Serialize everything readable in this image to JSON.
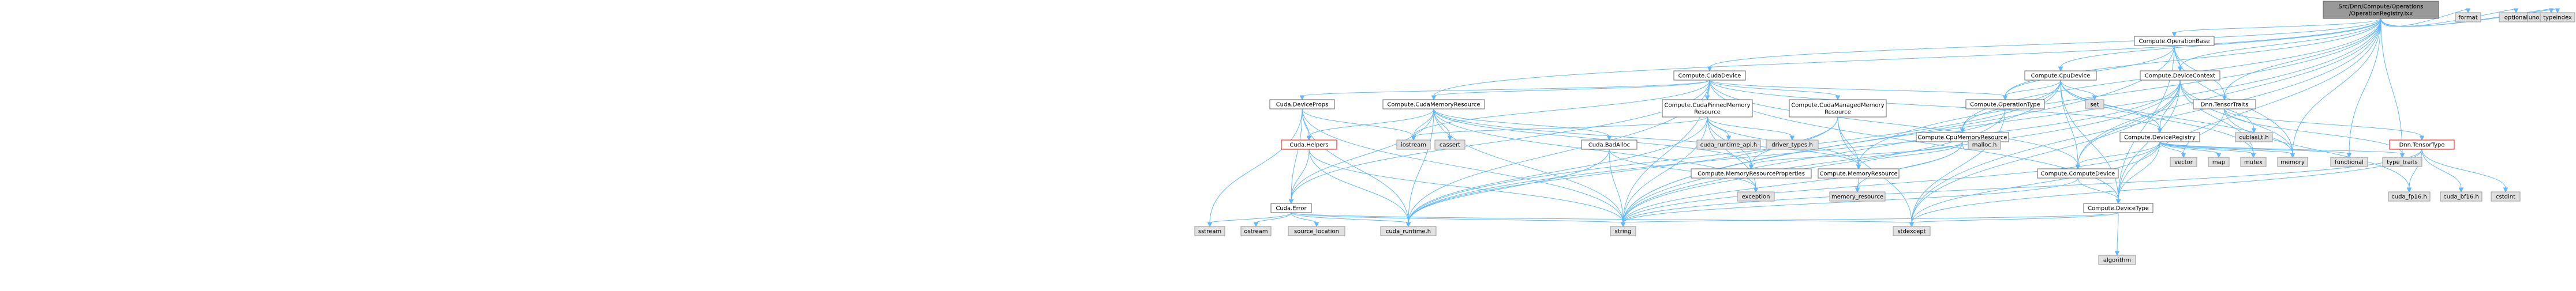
{
  "graph": {
    "colors": {
      "root_fill": "#999999",
      "root_stroke": "#666666",
      "module_fill": "#ffffff",
      "module_stroke": "#666666",
      "header_fill": "#e0e0e0",
      "header_stroke": "#999999",
      "broken_fill": "#ffffff",
      "broken_stroke": "#ff0000",
      "edge": "#63b8ff"
    },
    "nodes": [
      {
        "id": "root",
        "kind": "root",
        "lines": [
          "Src/Dnn/Compute/Operations",
          "/OperationRegistry.ixx"
        ]
      },
      {
        "id": "cuda_device",
        "kind": "module",
        "lines": [
          "Compute.CudaDevice"
        ]
      },
      {
        "id": "cpu_device",
        "kind": "module",
        "lines": [
          "Compute.CpuDevice"
        ]
      },
      {
        "id": "operation_base",
        "kind": "module",
        "lines": [
          "Compute.OperationBase"
        ]
      },
      {
        "id": "device_context",
        "kind": "module",
        "lines": [
          "Compute.DeviceContext"
        ]
      },
      {
        "id": "tensor_traits",
        "kind": "module",
        "lines": [
          "Dnn.TensorTraits"
        ]
      },
      {
        "id": "cuda_device_props",
        "kind": "module",
        "lines": [
          "Cuda.DeviceProps"
        ]
      },
      {
        "id": "cuda_memory_resource",
        "kind": "module",
        "lines": [
          "Compute.CudaMemoryResource"
        ]
      },
      {
        "id": "cuda_pinned_memory",
        "kind": "module",
        "lines": [
          "Compute.CudaPinnedMemory",
          "Resource"
        ]
      },
      {
        "id": "cuda_managed_memory",
        "kind": "module",
        "lines": [
          "Compute.CudaManagedMemory",
          "Resource"
        ]
      },
      {
        "id": "operation_type",
        "kind": "module",
        "lines": [
          "Compute.OperationType"
        ]
      },
      {
        "id": "cpu_memory_resource",
        "kind": "module",
        "lines": [
          "Compute.CpuMemoryResource"
        ]
      },
      {
        "id": "device_registry",
        "kind": "module",
        "lines": [
          "Compute.DeviceRegistry"
        ]
      },
      {
        "id": "cuda_helpers",
        "kind": "broken",
        "lines": [
          "Cuda.Helpers"
        ]
      },
      {
        "id": "cuda_bad_alloc",
        "kind": "module",
        "lines": [
          "Cuda.BadAlloc"
        ]
      },
      {
        "id": "memory_resource_properties",
        "kind": "module",
        "lines": [
          "Compute.MemoryResourceProperties"
        ]
      },
      {
        "id": "memory_resource_mod",
        "kind": "module",
        "lines": [
          "Compute.MemoryResource"
        ]
      },
      {
        "id": "compute_device",
        "kind": "module",
        "lines": [
          "Compute.ComputeDevice"
        ]
      },
      {
        "id": "dnn_tensor_type",
        "kind": "broken",
        "lines": [
          "Dnn.TensorType"
        ]
      },
      {
        "id": "cuda_error",
        "kind": "module",
        "lines": [
          "Cuda.Error"
        ]
      },
      {
        "id": "device_type",
        "kind": "module",
        "lines": [
          "Compute.DeviceType"
        ]
      },
      {
        "id": "format",
        "kind": "header",
        "lines": [
          "format"
        ]
      },
      {
        "id": "optional",
        "kind": "header",
        "lines": [
          "optional"
        ]
      },
      {
        "id": "unordered_map",
        "kind": "header",
        "lines": [
          "unordered_map"
        ]
      },
      {
        "id": "typeindex",
        "kind": "header",
        "lines": [
          "typeindex"
        ]
      },
      {
        "id": "set",
        "kind": "header",
        "lines": [
          "set"
        ]
      },
      {
        "id": "cublaslt_h",
        "kind": "header",
        "lines": [
          "cublasLt.h"
        ]
      },
      {
        "id": "iostream",
        "kind": "header",
        "lines": [
          "iostream"
        ]
      },
      {
        "id": "cassert",
        "kind": "header",
        "lines": [
          "cassert"
        ]
      },
      {
        "id": "cuda_runtime_api_h",
        "kind": "header",
        "lines": [
          "cuda_runtime_api.h"
        ]
      },
      {
        "id": "driver_types_h",
        "kind": "header",
        "lines": [
          "driver_types.h"
        ]
      },
      {
        "id": "malloc_h",
        "kind": "header",
        "lines": [
          "malloc.h"
        ]
      },
      {
        "id": "vector",
        "kind": "header",
        "lines": [
          "vector"
        ]
      },
      {
        "id": "map",
        "kind": "header",
        "lines": [
          "map"
        ]
      },
      {
        "id": "mutex",
        "kind": "header",
        "lines": [
          "mutex"
        ]
      },
      {
        "id": "memory",
        "kind": "header",
        "lines": [
          "memory"
        ]
      },
      {
        "id": "functional",
        "kind": "header",
        "lines": [
          "functional"
        ]
      },
      {
        "id": "type_traits",
        "kind": "header",
        "lines": [
          "type_traits"
        ]
      },
      {
        "id": "exception",
        "kind": "header",
        "lines": [
          "exception"
        ]
      },
      {
        "id": "memory_resource",
        "kind": "header",
        "lines": [
          "memory_resource"
        ]
      },
      {
        "id": "cuda_fp16_h",
        "kind": "header",
        "lines": [
          "cuda_fp16.h"
        ]
      },
      {
        "id": "cuda_bf16_h",
        "kind": "header",
        "lines": [
          "cuda_bf16.h"
        ]
      },
      {
        "id": "cstdint",
        "kind": "header",
        "lines": [
          "cstdint"
        ]
      },
      {
        "id": "sstream",
        "kind": "header",
        "lines": [
          "sstream"
        ]
      },
      {
        "id": "ostream",
        "kind": "header",
        "lines": [
          "ostream"
        ]
      },
      {
        "id": "source_location",
        "kind": "header",
        "lines": [
          "source_location"
        ]
      },
      {
        "id": "cuda_runtime_h",
        "kind": "header",
        "lines": [
          "cuda_runtime.h"
        ]
      },
      {
        "id": "string",
        "kind": "header",
        "lines": [
          "string"
        ]
      },
      {
        "id": "stdexcept",
        "kind": "header",
        "lines": [
          "stdexcept"
        ]
      },
      {
        "id": "algorithm",
        "kind": "header",
        "lines": [
          "algorithm"
        ]
      }
    ],
    "edges": [
      [
        "root",
        "format"
      ],
      [
        "root",
        "optional"
      ],
      [
        "root",
        "unordered_map"
      ],
      [
        "root",
        "typeindex"
      ],
      [
        "root",
        "cuda_device"
      ],
      [
        "root",
        "cpu_device"
      ],
      [
        "root",
        "operation_base"
      ],
      [
        "root",
        "device_context"
      ],
      [
        "root",
        "tensor_traits"
      ],
      [
        "root",
        "memory"
      ],
      [
        "root",
        "functional"
      ],
      [
        "root",
        "type_traits"
      ],
      [
        "root",
        "string"
      ],
      [
        "root",
        "stdexcept"
      ],
      [
        "root",
        "operation_type"
      ],
      [
        "root",
        "device_type"
      ],
      [
        "root",
        "compute_device"
      ],
      [
        "root",
        "cuda_memory_resource"
      ],
      [
        "root",
        "cpu_memory_resource"
      ],
      [
        "root",
        "memory_resource_mod"
      ],
      [
        "operation_base",
        "device_context"
      ],
      [
        "operation_base",
        "operation_type"
      ],
      [
        "operation_base",
        "tensor_traits"
      ],
      [
        "operation_base",
        "device_type"
      ],
      [
        "operation_base",
        "memory"
      ],
      [
        "operation_base",
        "string"
      ],
      [
        "device_context",
        "device_registry"
      ],
      [
        "device_context",
        "compute_device"
      ],
      [
        "device_context",
        "device_type"
      ],
      [
        "device_context",
        "cublaslt_h"
      ],
      [
        "device_context",
        "memory"
      ],
      [
        "device_context",
        "mutex"
      ],
      [
        "device_context",
        "string"
      ],
      [
        "device_context",
        "stdexcept"
      ],
      [
        "device_context",
        "cuda_runtime_h"
      ],
      [
        "tensor_traits",
        "dnn_tensor_type"
      ],
      [
        "tensor_traits",
        "type_traits"
      ],
      [
        "tensor_traits",
        "cuda_fp16_h"
      ],
      [
        "tensor_traits",
        "vector"
      ],
      [
        "dnn_tensor_type",
        "cuda_fp16_h"
      ],
      [
        "dnn_tensor_type",
        "cuda_bf16_h"
      ],
      [
        "dnn_tensor_type",
        "cstdint"
      ],
      [
        "dnn_tensor_type",
        "string"
      ],
      [
        "dnn_tensor_type",
        "stdexcept"
      ],
      [
        "cuda_device",
        "cuda_device_props"
      ],
      [
        "cuda_device",
        "cuda_memory_resource"
      ],
      [
        "cuda_device",
        "cuda_pinned_memory"
      ],
      [
        "cuda_device",
        "cuda_managed_memory"
      ],
      [
        "cuda_device",
        "operation_type"
      ],
      [
        "cuda_device",
        "compute_device"
      ],
      [
        "cuda_device",
        "device_registry"
      ],
      [
        "cuda_device",
        "device_type"
      ],
      [
        "cuda_device",
        "iostream"
      ],
      [
        "cuda_device",
        "cuda_runtime_h"
      ],
      [
        "cuda_device",
        "string"
      ],
      [
        "cuda_device",
        "cuda_error"
      ],
      [
        "cpu_device",
        "operation_type"
      ],
      [
        "cpu_device",
        "set"
      ],
      [
        "cpu_device",
        "cpu_memory_resource"
      ],
      [
        "cpu_device",
        "device_registry"
      ],
      [
        "cpu_device",
        "compute_device"
      ],
      [
        "cpu_device",
        "device_type"
      ],
      [
        "cpu_device",
        "memory"
      ],
      [
        "cpu_device",
        "string"
      ],
      [
        "cpu_device",
        "mutex"
      ],
      [
        "cpu_device",
        "cuda_runtime_h"
      ],
      [
        "cuda_device_props",
        "cuda_helpers"
      ],
      [
        "cuda_device_props",
        "cuda_error"
      ],
      [
        "cuda_device_props",
        "iostream"
      ],
      [
        "cuda_device_props",
        "sstream"
      ],
      [
        "cuda_device_props",
        "string"
      ],
      [
        "cuda_device_props",
        "cuda_runtime_h"
      ],
      [
        "cuda_memory_resource",
        "cuda_bad_alloc"
      ],
      [
        "cuda_memory_resource",
        "memory_resource_properties"
      ],
      [
        "cuda_memory_resource",
        "memory_resource_mod"
      ],
      [
        "cuda_memory_resource",
        "cuda_helpers"
      ],
      [
        "cuda_memory_resource",
        "iostream"
      ],
      [
        "cuda_memory_resource",
        "cassert"
      ],
      [
        "cuda_memory_resource",
        "cuda_runtime_h"
      ],
      [
        "cuda_memory_resource",
        "string"
      ],
      [
        "cuda_memory_resource",
        "exception"
      ],
      [
        "cuda_memory_resource",
        "cuda_error"
      ],
      [
        "cuda_pinned_memory",
        "cuda_runtime_api_h"
      ],
      [
        "cuda_pinned_memory",
        "driver_types_h"
      ],
      [
        "cuda_pinned_memory",
        "memory_resource_properties"
      ],
      [
        "cuda_pinned_memory",
        "memory_resource_mod"
      ],
      [
        "cuda_pinned_memory",
        "exception"
      ],
      [
        "cuda_pinned_memory",
        "cuda_runtime_h"
      ],
      [
        "cuda_pinned_memory",
        "string"
      ],
      [
        "cuda_pinned_memory",
        "iostream"
      ],
      [
        "cuda_managed_memory",
        "memory_resource_properties"
      ],
      [
        "cuda_managed_memory",
        "memory_resource_mod"
      ],
      [
        "cuda_managed_memory",
        "cuda_runtime_h"
      ],
      [
        "cuda_managed_memory",
        "stdexcept"
      ],
      [
        "operation_type",
        "string"
      ],
      [
        "operation_type",
        "stdexcept"
      ],
      [
        "cpu_memory_resource",
        "malloc_h"
      ],
      [
        "cpu_memory_resource",
        "memory_resource_properties"
      ],
      [
        "cpu_memory_resource",
        "memory_resource_mod"
      ],
      [
        "cpu_memory_resource",
        "memory_resource"
      ],
      [
        "cpu_memory_resource",
        "string"
      ],
      [
        "device_registry",
        "compute_device"
      ],
      [
        "device_registry",
        "vector"
      ],
      [
        "device_registry",
        "map"
      ],
      [
        "device_registry",
        "mutex"
      ],
      [
        "device_registry",
        "memory"
      ],
      [
        "device_registry",
        "functional"
      ],
      [
        "device_registry",
        "string"
      ],
      [
        "device_registry",
        "stdexcept"
      ],
      [
        "device_registry",
        "type_traits"
      ],
      [
        "device_registry",
        "device_type"
      ],
      [
        "cuda_helpers",
        "cuda_error"
      ],
      [
        "cuda_helpers",
        "cuda_runtime_h"
      ],
      [
        "cuda_helpers",
        "string"
      ],
      [
        "cuda_bad_alloc",
        "exception"
      ],
      [
        "cuda_bad_alloc",
        "string"
      ],
      [
        "cuda_bad_alloc",
        "cuda_runtime_h"
      ],
      [
        "memory_resource_mod",
        "memory_resource"
      ],
      [
        "compute_device",
        "device_type"
      ],
      [
        "compute_device",
        "string"
      ],
      [
        "cuda_error",
        "cuda_runtime_h"
      ],
      [
        "cuda_error",
        "sstream"
      ],
      [
        "cuda_error",
        "ostream"
      ],
      [
        "cuda_error",
        "source_location"
      ],
      [
        "cuda_error",
        "string"
      ],
      [
        "cuda_error",
        "stdexcept"
      ],
      [
        "device_type",
        "string"
      ],
      [
        "device_type",
        "stdexcept"
      ],
      [
        "device_type",
        "algorithm"
      ]
    ]
  }
}
